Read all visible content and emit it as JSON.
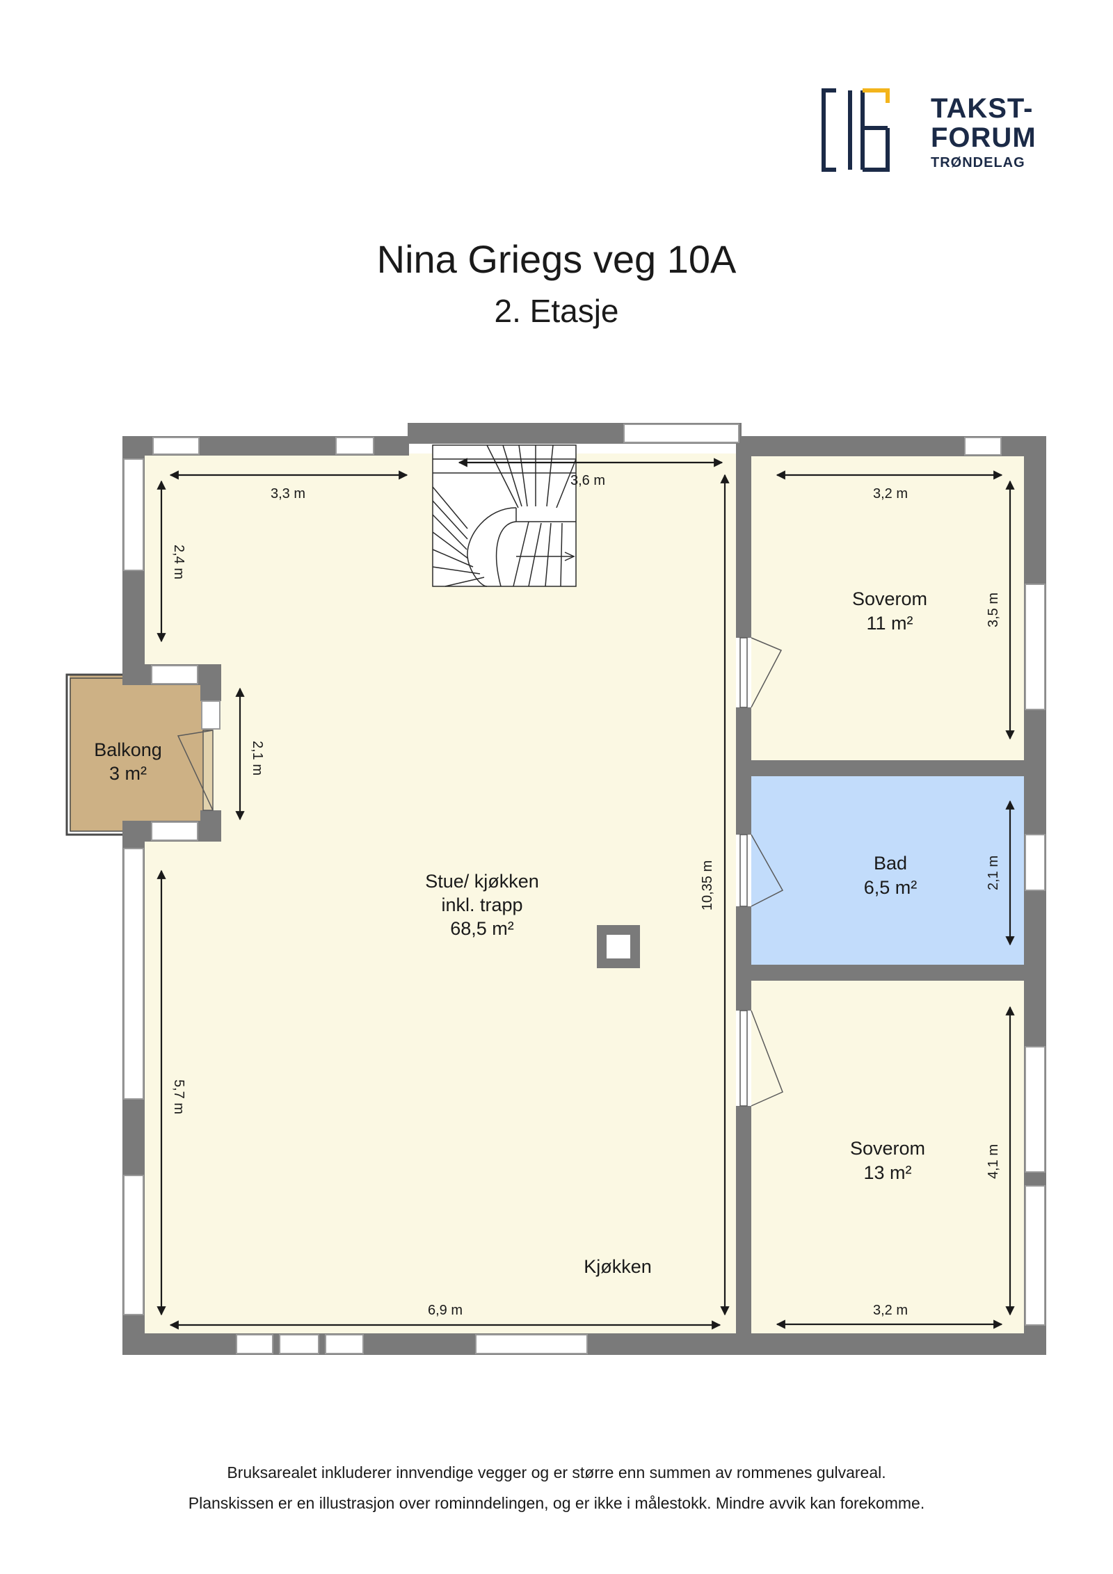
{
  "logo": {
    "line1": "TAKST-",
    "line2": "FORUM",
    "line3": "TRØNDELAG"
  },
  "title": "Nina Griegs veg 10A",
  "subtitle": "2. Etasje",
  "rooms": {
    "stue": {
      "line1": "Stue/ kjøkken",
      "line2": "inkl. trapp",
      "area": "68,5 m²"
    },
    "kjokken": "Kjøkken",
    "soverom1": {
      "name": "Soverom",
      "area": "11 m²"
    },
    "bad": {
      "name": "Bad",
      "area": "6,5 m²"
    },
    "soverom2": {
      "name": "Soverom",
      "area": "13 m²"
    },
    "balkong": {
      "name": "Balkong",
      "area": "3 m²"
    }
  },
  "dimensions": {
    "stue_top_left": "3,3 m",
    "stue_top_right": "3,6 m",
    "stue_left_upper": "2,4 m",
    "stue_left_balcony": "2,1 m",
    "stue_left_lower": "5,7 m",
    "stue_depth": "10,35 m",
    "stue_bottom": "6,9 m",
    "soverom1_width": "3,2 m",
    "soverom1_depth": "3,5 m",
    "bad_depth": "2,1 m",
    "soverom2_width": "3,2 m",
    "soverom2_depth": "4,1 m"
  },
  "footer": {
    "line1": "Bruksarealet inkluderer innvendige vegger og er større enn summen av rommenes gulvareal.",
    "line2": "Planskissen er en illustrasjon over rominndelingen, og er ikke i målestokk. Mindre avvik kan forekomme."
  },
  "colors": {
    "wall": "#7a7a7a",
    "floor": "#fbf8e3",
    "bath": "#c2dcfb",
    "balcony": "#cdb185",
    "logo_navy": "#1b2a47",
    "logo_gold": "#f3b41c"
  }
}
